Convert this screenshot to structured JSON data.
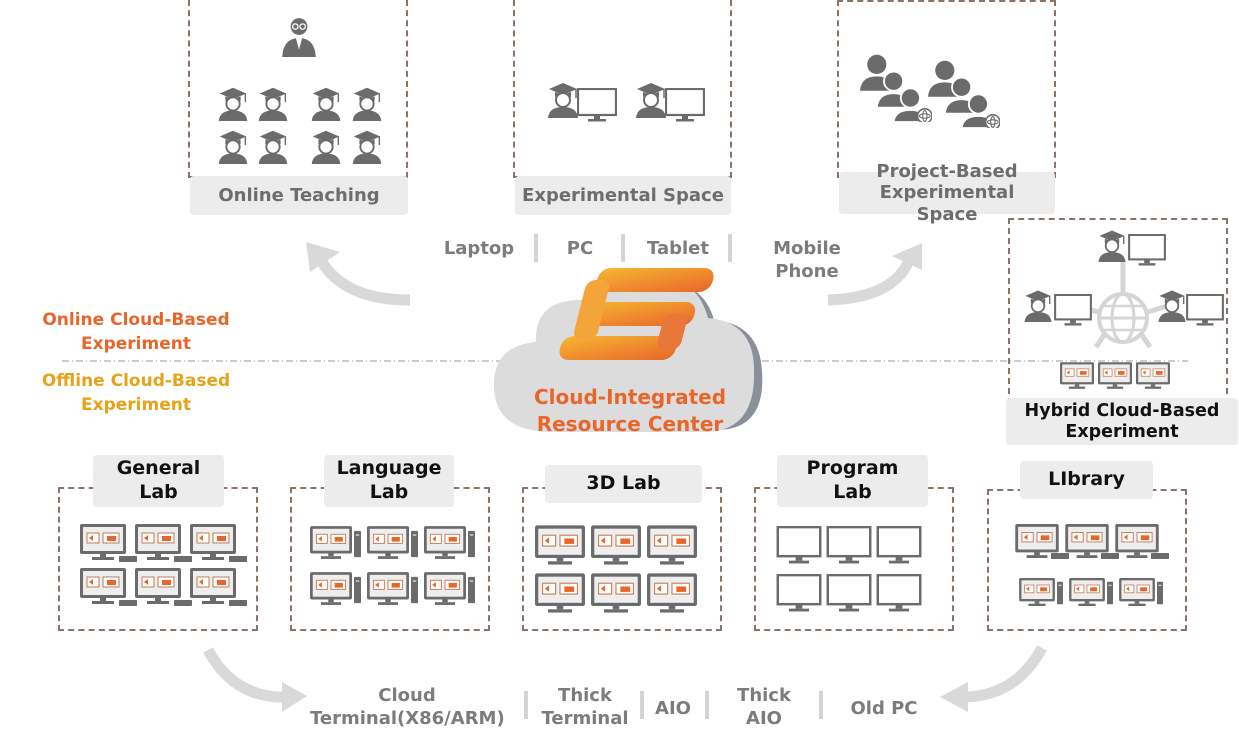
{
  "colors": {
    "online": "#e8662a",
    "offline": "#e8a21a",
    "box_border": "#8a7468",
    "label_bg": "#ececec",
    "icon_gray": "#6b6b6b",
    "arrow_gray": "#d9d9d9"
  },
  "top_panels": {
    "online_teaching": "Online Teaching",
    "experimental_space": "Experimental Space",
    "project_based": "Project-Based Experimental Space"
  },
  "hybrid": {
    "label": "Hybrid Cloud-Based Experiment"
  },
  "access_devices": [
    "Laptop",
    "PC",
    "Tablet",
    "Mobile Phone"
  ],
  "divider": {
    "online": "Online Cloud-Based Experiment",
    "offline": "Offline Cloud-Based Experiment"
  },
  "center": {
    "title": "Cloud-Integrated Resource Center",
    "icon": "cloud-logo-icon"
  },
  "labs": [
    "General Lab",
    "Language Lab",
    "3D Lab",
    "Program Lab",
    "LIbrary"
  ],
  "terminals": [
    "Cloud Terminal(X86/ARM)",
    "Thick Terminal",
    "AIO",
    "Thick AIO",
    "Old PC"
  ]
}
